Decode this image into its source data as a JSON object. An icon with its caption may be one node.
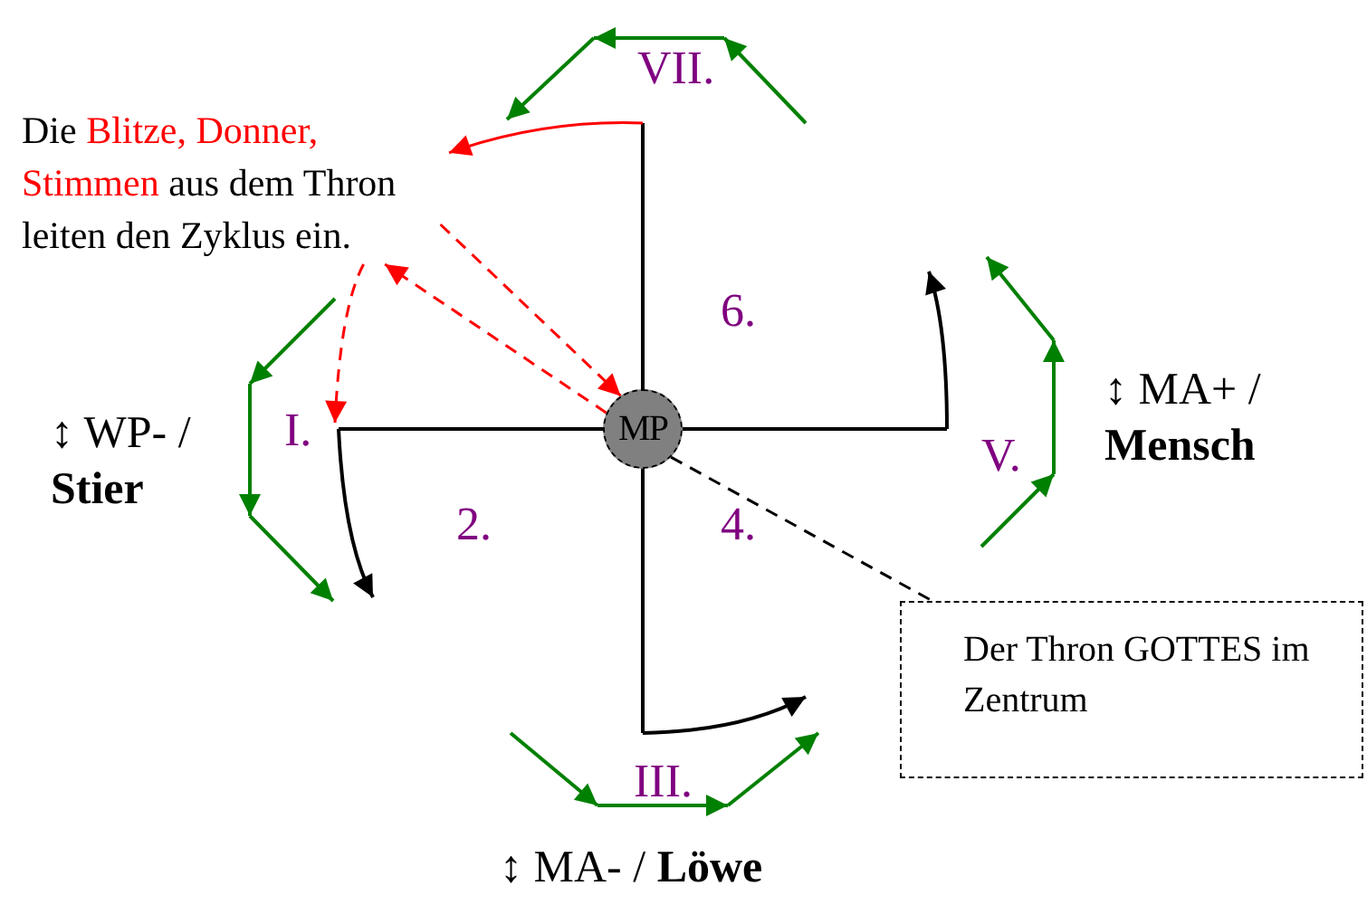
{
  "diagram": {
    "nodes": [
      {
        "text": [
          "MP"
        ]
      },
      {
        "text": [
          "Die *Blitze, Donner, Stimmen* aus dem Thron leiten den Zyklus ein."
        ]
      },
      {
        "text": [
          "Der Thron GOTTES im Zentrum"
        ]
      },
      {
        "text": [
          "I."
        ]
      }
    ],
    "edges": [
      {
        "from": null,
        "to": 1,
        "arrow": "to"
      },
      {
        "from": 1,
        "to": 0,
        "arrow": "to",
        "style": "dashed"
      },
      {
        "from": 0,
        "to": 1,
        "arrow": "to",
        "style": "dashed"
      },
      {
        "from": 1,
        "to": 3,
        "arrow": "to",
        "style": "dashed"
      },
      {
        "from": 0,
        "to": 2,
        "arrow": "none",
        "style": "dashed",
        "color": "#000000"
      }
    ],
    "labels": [
      "VII.",
      "6.",
      "↕ WP- / **Stier**",
      "2.",
      "4.",
      "V.",
      "↕ MA+ / **Mensch**",
      "III.",
      "↕ MA- / **Löwe**"
    ]
  }
}
